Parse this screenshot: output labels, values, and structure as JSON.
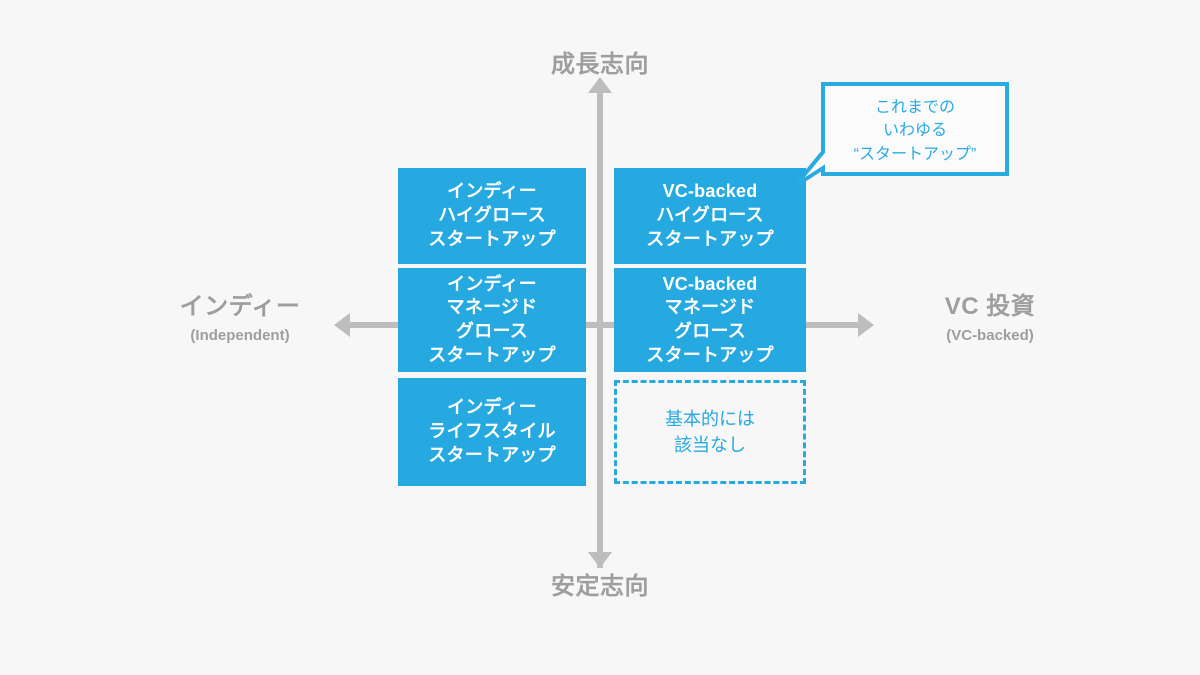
{
  "diagram": {
    "background_color": "#f7f7f7",
    "accent_color": "#26a9e0",
    "axis_color": "#bdbdbd",
    "axis_label_color": "#9e9e9e"
  },
  "axes": {
    "top": {
      "main": "成長志向",
      "sub": ""
    },
    "bottom": {
      "main": "安定志向",
      "sub": ""
    },
    "left": {
      "main": "インディー",
      "sub": "(Independent)"
    },
    "right": {
      "main": "VC 投資",
      "sub": "(VC-backed)"
    }
  },
  "quadrants": [
    {
      "id": "indie-highgrowth",
      "lines": [
        "インディー",
        "ハイグロース",
        "スタートアップ"
      ],
      "style": "filled"
    },
    {
      "id": "vc-highgrowth",
      "lines": [
        "VC-backed",
        "ハイグロース",
        "スタートアップ"
      ],
      "style": "filled"
    },
    {
      "id": "indie-managed",
      "lines": [
        "インディー",
        "マネージド",
        "グロース",
        "スタートアップ"
      ],
      "style": "filled"
    },
    {
      "id": "vc-managed",
      "lines": [
        "VC-backed",
        "マネージド",
        "グロース",
        "スタートアップ"
      ],
      "style": "filled"
    },
    {
      "id": "indie-lifestyle",
      "lines": [
        "インディー",
        "ライフスタイル",
        "スタートアップ"
      ],
      "style": "filled"
    },
    {
      "id": "none",
      "lines": [
        "基本的には",
        "該当なし"
      ],
      "style": "dashed"
    }
  ],
  "callout": {
    "lines": [
      "これまでの",
      "いわゆる",
      "“スタートアップ”"
    ]
  }
}
